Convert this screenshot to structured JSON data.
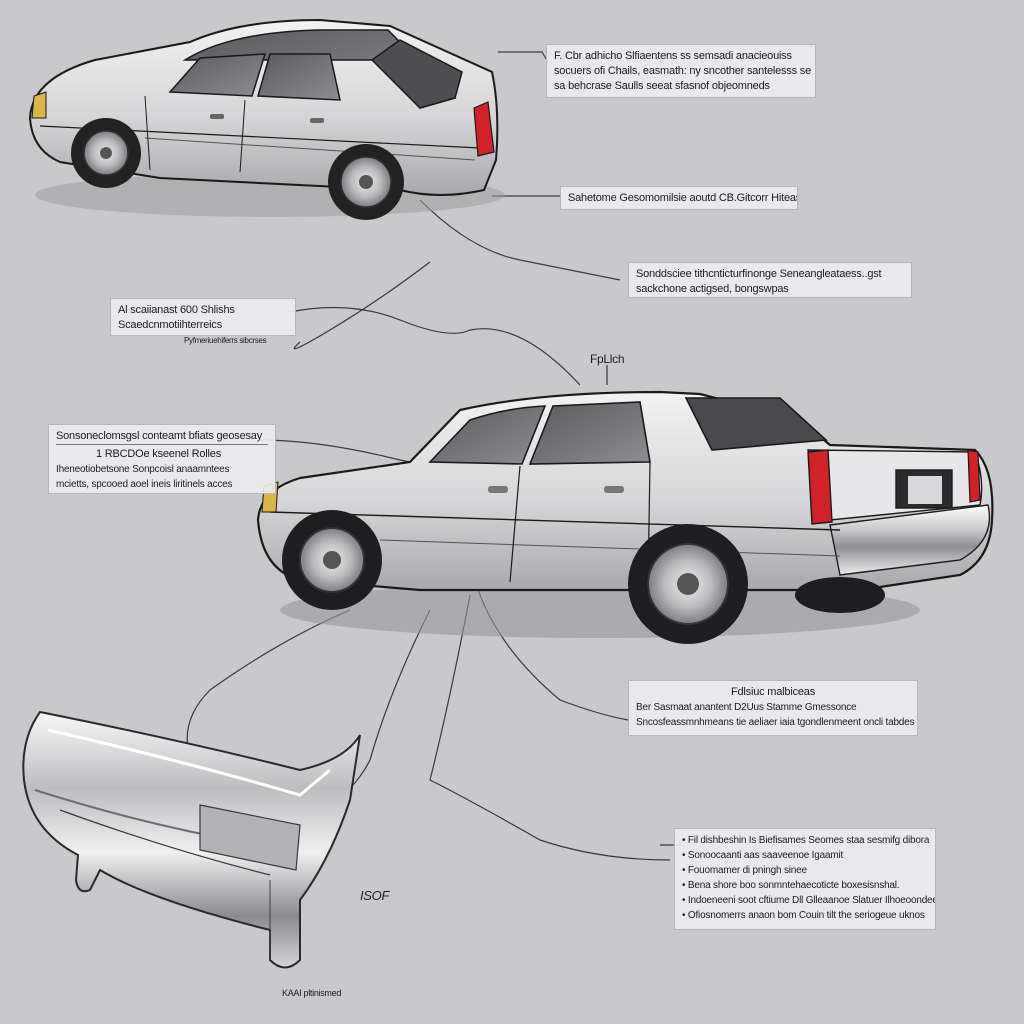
{
  "callouts": {
    "top_right": {
      "lines": [
        "F. Cbr adhicho Slfiaentens ss semsadi anacieouiss",
        "socuers ofi Chails, easmath: ny sncother santelesss se",
        "sa behcrase Saulls seeat sfasnof objeomneds"
      ]
    },
    "rear_label": {
      "text": "Sahetome Gesomomilsie aoutd CB.Gitcorr Hiteas"
    },
    "mid_right": {
      "lines": [
        "Sonddsciee tithcnticturfinonge Seneangleataess..gst",
        "sackchone actigsed, bongswpas"
      ]
    },
    "mid_left": {
      "lines": [
        "Al scaiianast 600 Shlishs",
        "Scaedcnmotiihterreics"
      ],
      "sub": "Pyfmeriuehiferrs sibcrses"
    },
    "pointer_label": {
      "text": "FpLlch"
    },
    "left_box": {
      "header": "Sonsoneclomsgsl conteamt bfiats geosesay",
      "lines": [
        "1 RBCDOe kseenel Rolles",
        "Iheneotiobetsone Sonpcoisl anaamntees",
        "mcietts, spcooed aoel ineis liritinels acces"
      ]
    },
    "bottom_right_a": {
      "title": "Fdlsiuc malbiceas",
      "lines": [
        "Ber Sasmaat anantent D2Uus Stamme Gmessonce",
        "Sncosfeassmnhmeans tie aeliaer iaia tgondlenmeent oncli tabdes"
      ]
    },
    "bottom_right_b": {
      "lines": [
        "Fil dishbeshin Is Biefisames Seomes staa sesmifg dibora",
        "Sonoocaanti aas saaveenoe Igaamit",
        "Fouomamer di pningh sinee",
        "Bena shore boo sonmntehaecoticte boxesisnshal.",
        "Indoeneeni soot cftiume Dll Glleaanoe Slatuer Ilhoeoondee",
        "Ofiosnomerrs anaon bom Couin tilt the seriogeue uknos"
      ]
    },
    "bumper_label": {
      "text": "ISOF"
    },
    "bottom_label": {
      "text": "KAAI pltinismed"
    }
  },
  "colors": {
    "background": "#c9c9cb",
    "body": "#d8d8da",
    "taillight": "#d0222a",
    "headlight": "#d9b54a",
    "outline": "#1a1a1a"
  }
}
